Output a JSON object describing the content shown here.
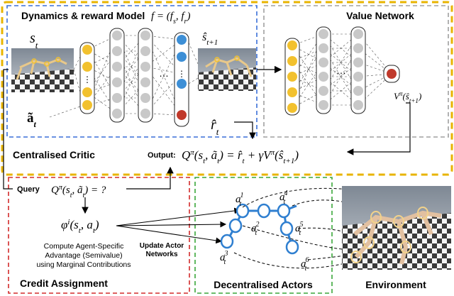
{
  "critic": {
    "dynamics_title": "Dynamics & reward Model",
    "model_formula": "f = (f_s, f_r)",
    "value_title": "Value Network",
    "state_label": "s_t",
    "action_label": "ã_t",
    "next_state_label": "ŝ_{t+1}",
    "reward_label": "r̂_t",
    "value_output_label": "V^π(ŝ_{t+1})",
    "section_title": "Centralised Critic",
    "output_label": "Output:",
    "output_formula": "Q^π(s_t, ã_t) = r̂_t + γV^π(ŝ_{t+1})"
  },
  "credit": {
    "query_label": "Query",
    "query_formula": "Q^π(s_t, ã_t) = ?",
    "shapley_formula": "φ^i(s_t, a_t)",
    "description_lines": [
      "Compute Agent-Specific",
      "Advantage (Semivalue)",
      "using Marginal Contributions"
    ],
    "section_title": "Credit Assignment"
  },
  "actors": {
    "update_label_lines": [
      "Update Actor",
      "Networks"
    ],
    "section_title": "Decentralised Actors",
    "agents": [
      "a_t^1",
      "a_t^2",
      "a_t^3",
      "a_t^4",
      "a_t^5",
      "a_t^6"
    ]
  },
  "environment": {
    "section_title": "Environment"
  },
  "colors": {
    "critic_border": "#e8b400",
    "dynamics_border": "#3a6fd8",
    "value_border": "#a0a0a0",
    "credit_border": "#d22b2b",
    "actors_border": "#3aa63a",
    "node_yellow": "#f2c12e",
    "node_gray": "#c8c8c8",
    "node_blue": "#3d8fd6",
    "node_red": "#c0392b",
    "agent_graph": "#2f7fd0"
  }
}
